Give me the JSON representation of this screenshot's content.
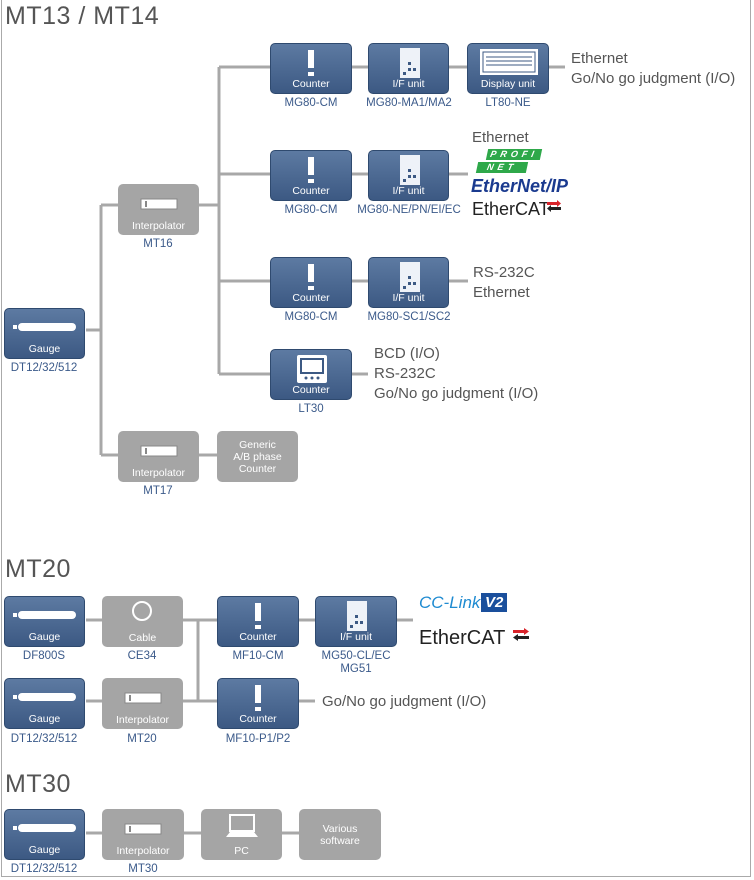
{
  "sections": {
    "mt13": "MT13 / MT14",
    "mt20": "MT20",
    "mt30": "MT30"
  },
  "devices": {
    "gauge": "Gauge",
    "counter": "Counter",
    "if_unit": "I/F unit",
    "display_unit": "Display unit",
    "interpolator": "Interpolator",
    "cable": "Cable",
    "pc": "PC",
    "generic_counter": "Generic\nA/B phase\nCounter",
    "various_software": "Various\nsoftware"
  },
  "models": {
    "mt13_gauge": "DT12/32/512",
    "mt16": "MT16",
    "mt17": "MT17",
    "mg80_cm": "MG80-CM",
    "mg80_ma": "MG80-MA1/MA2",
    "lt80_ne": "LT80-NE",
    "mg80_ne": "MG80-NE/PN/EI/EC",
    "mg80_sc": "MG80-SC1/SC2",
    "lt30": "LT30",
    "df800s": "DF800S",
    "ce34": "CE34",
    "mf10_cm": "MF10-CM",
    "mg50": "MG50-CL/EC\nMG51",
    "mt20_gauge": "DT12/32/512",
    "mt20": "MT20",
    "mf10_p": "MF10-P1/P2",
    "mt30_gauge": "DT12/32/512",
    "mt30": "MT30"
  },
  "outputs": {
    "row1": [
      "Ethernet",
      "Go/No go judgment (I/O)"
    ],
    "row2_text": "Ethernet",
    "row3": [
      "RS-232C",
      "Ethernet"
    ],
    "row4": [
      "BCD (I/O)",
      "RS-232C",
      "Go/No go judgment (I/O)"
    ],
    "mt20_row2": "Go/No go judgment (I/O)"
  },
  "logos": {
    "profinet_top": "PROFI",
    "profinet_bottom": "NET",
    "ethernetip": "EtherNet/IP",
    "ethercat": "EtherCAT",
    "cclink": "CC-Link",
    "cclink_ver": "V2"
  },
  "colors": {
    "dark_box": "#3c5983",
    "gray_box": "#a5a5a5",
    "wire": "#a8a8a8",
    "model_text": "#3b5a8a",
    "profinet_green": "#2ea84a",
    "ethernetip_blue": "#1a3a8f",
    "cclink_blue": "#1f8bd1",
    "ethercat_red": "#d8232a"
  }
}
